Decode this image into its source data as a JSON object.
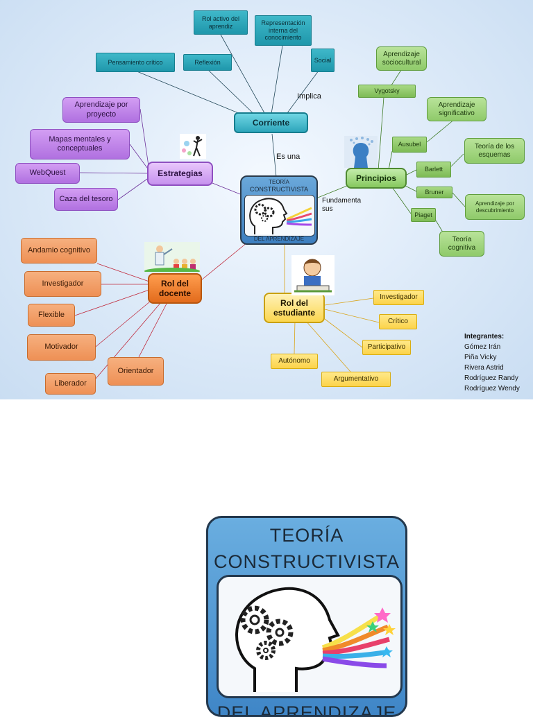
{
  "diagram": {
    "center": {
      "line1": "TEORÍA",
      "line2": "CONSTRUCTIVISTA",
      "line3": "DEL APRENDIZAJE"
    },
    "connectors": {
      "implica": "Implica",
      "es_una": "Es una",
      "fundamenta": "Fundamenta\nsus"
    },
    "corriente": {
      "label": "Corriente",
      "children": [
        "Pensamiento crítico",
        "Reflexión",
        "Rol activo del aprendiz",
        "Representación interna del conocimiento",
        "Social"
      ]
    },
    "estrategias": {
      "label": "Estrategias",
      "children": [
        "Aprendizaje por proyecto",
        "Mapas mentales y conceptuales",
        "WebQuest",
        "Caza del tesoro"
      ]
    },
    "principios": {
      "label": "Principios",
      "authors": [
        "Vygotsky",
        "Ausubel",
        "Barlett",
        "Bruner",
        "Piaget"
      ],
      "theories": [
        "Aprendizaje sociocultural",
        "Aprendizaje significativo",
        "Teoría de los esquemas",
        "Aprendizaje por descubrimiento",
        "Teoría cognitiva"
      ]
    },
    "docente": {
      "label": "Rol del docente",
      "children": [
        "Andamio cognitivo",
        "Investigador",
        "Flexible",
        "Motivador",
        "Liberador",
        "Orientador"
      ]
    },
    "estudiante": {
      "label": "Rol del estudiante",
      "children": [
        "Investigador",
        "Crítico",
        "Participativo",
        "Argumentativo",
        "Autónomo"
      ]
    },
    "integrantes": {
      "title": "Integrantes:",
      "names": [
        "Gómez Irán",
        "Piña Vicky",
        "Rivera Astrid",
        "Rodríguez Randy",
        "Rodríguez Wendy"
      ]
    }
  },
  "logo": {
    "line1": "TEORÍA",
    "line2": "CONSTRUCTIVISTA",
    "line3": "DEL APRENDIZAJE"
  },
  "colors": {
    "teal": "#2ea6bb",
    "purple": "#b070e0",
    "green": "#86c85e",
    "orange": "#e26b1c",
    "yellow": "#fbd64f",
    "logo_blue": "#4a90d0"
  }
}
